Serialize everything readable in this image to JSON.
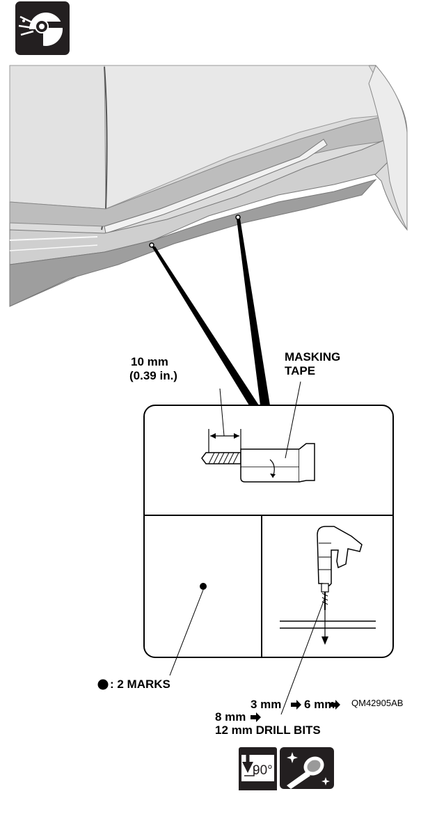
{
  "icons": {
    "top": "eye-protection-icon",
    "bottom_left": "perpendicular-90-icon",
    "bottom_right": "clean-debris-icon"
  },
  "labels": {
    "drill_depth_line1": "10 mm",
    "drill_depth_line2": "(0.39 in.)",
    "masking_line1": "MASKING",
    "masking_line2": "TAPE",
    "marks_text": ": 2 MARKS",
    "figure_code": "QM42905AB",
    "bits_line1_a": "3 mm",
    "bits_line1_b": "6 mm",
    "bits_line2": "8 mm",
    "bits_line3": "12 mm DRILL BITS",
    "angle": "90°"
  },
  "colors": {
    "body_light": "#e4e4e4",
    "body_mid": "#c9c9c9",
    "body_dark": "#9a9a9a",
    "outline": "#000000"
  }
}
